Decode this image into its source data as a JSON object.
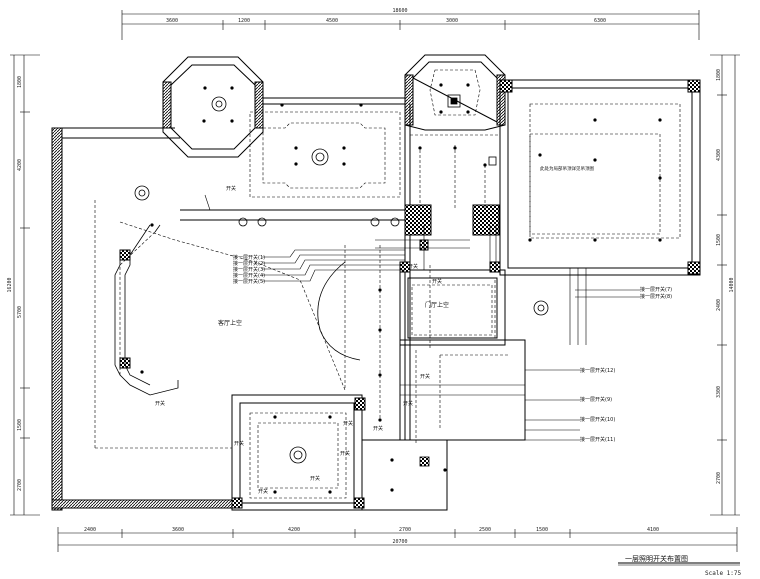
{
  "dimensions": {
    "top_total": "18600",
    "top": [
      "3600",
      "1200",
      "4500",
      "3000",
      "6300"
    ],
    "bottom": [
      "2400",
      "3600",
      "4200",
      "2700",
      "2500",
      "1500",
      "4100"
    ],
    "bottom_total": "20700",
    "left_total": "16200",
    "left": [
      "1800",
      "4200",
      "5700",
      "1500",
      "2700"
    ],
    "right_total": "14000",
    "right": [
      "1800",
      "4300",
      "1500",
      "2400",
      "3300",
      "2700"
    ]
  },
  "rooms": {
    "upper_hall": "客厅上空",
    "upper_void": "门厅上空",
    "right_note": "此处为局部吊顶详见吊顶图"
  },
  "switch_labels_left": [
    "接一层开关(1)",
    "接一层开关(2)",
    "接一层开关(3)",
    "接一层开关(4)",
    "接一层开关(5)"
  ],
  "switch_labels_right": [
    "接一层开关(7)",
    "接一层开关(8)",
    "接一层开关(12)",
    "接一层开关(9)",
    "接一层开关(10)",
    "接一层开关(11)"
  ],
  "small_labels": [
    "开关",
    "开关",
    "开关",
    "开关",
    "开关",
    "开关",
    "开关",
    "开关",
    "开关",
    "开关",
    "开关",
    "开关"
  ],
  "title": "一层照明开关布置图",
  "scale": "Scale 1:75"
}
